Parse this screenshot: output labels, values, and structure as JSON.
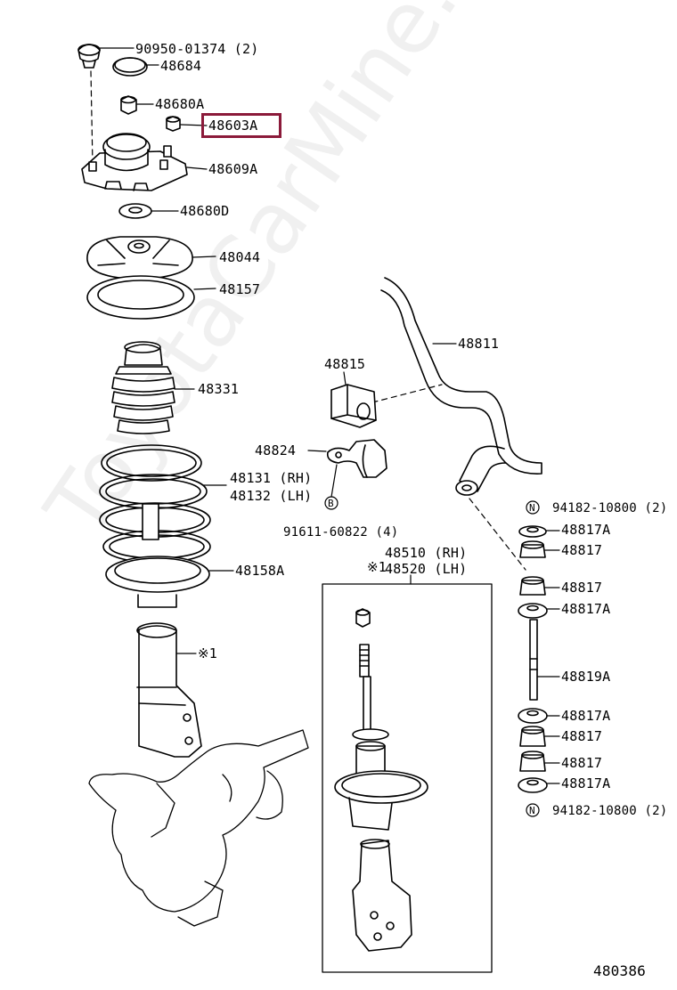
{
  "diagram": {
    "drawing_number": "480386",
    "highlight_color": "#8b1a3a",
    "watermark": "ToyotaCarMine.ru",
    "labels": {
      "p90950": "90950-01374 (2)",
      "p48684": "48684",
      "p48680A": "48680A",
      "p48603A": "48603A",
      "p48609A": "48609A",
      "p48680D": "48680D",
      "p48044": "48044",
      "p48157": "48157",
      "p48331": "48331",
      "p48131": "48131 (RH)",
      "p48132": "48132 (LH)",
      "p48158A": "48158A",
      "star1_left": "※1",
      "p48811": "48811",
      "p48815": "48815",
      "p48824": "48824",
      "p91611": "91611-60822 (4)",
      "p48510": "48510 (RH)",
      "p48520": "48520 (LH)",
      "star1_right": "※1",
      "p94182_top": "94182-10800 (2)",
      "p48817A_1": "48817A",
      "p48817_1": "48817",
      "p48817_2": "48817",
      "p48817A_2": "48817A",
      "p48819A": "48819A",
      "p48817A_3": "48817A",
      "p48817_3": "48817",
      "p48817_4": "48817",
      "p48817A_4": "48817A",
      "p94182_bottom": "94182-10800 (2)",
      "circle_N": "N",
      "circle_B": "B"
    }
  }
}
